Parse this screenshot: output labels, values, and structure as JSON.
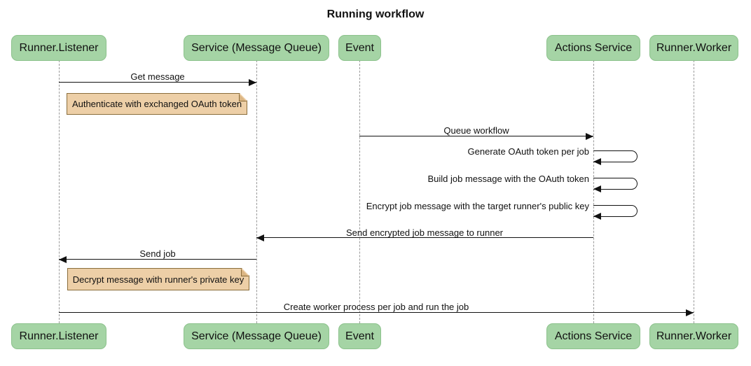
{
  "title": "Running workflow",
  "participants": [
    {
      "label": "Runner.Listener"
    },
    {
      "label": "Service (Message Queue)"
    },
    {
      "label": "Event"
    },
    {
      "label": "Actions Service"
    },
    {
      "label": "Runner.Worker"
    }
  ],
  "messages": {
    "get_message": "Get message",
    "queue_workflow": "Queue workflow",
    "generate_token": "Generate OAuth token per job",
    "build_job_message": "Build job message with the OAuth token",
    "encrypt_job_message": "Encrypt job message with the target runner's public key",
    "send_encrypted": "Send encrypted job message to runner",
    "send_job": "Send job",
    "create_worker": "Create worker process per job and run the job"
  },
  "notes": {
    "authenticate": "Authenticate with exchanged OAuth token",
    "decrypt": "Decrypt message with runner's private key"
  },
  "colors": {
    "actor_fill": "#a5d4a5",
    "actor_border": "#8cc28c",
    "note_fill": "#edcfa7",
    "note_border": "#8a6d3b",
    "note_fold": "#dbb583",
    "line": "#111111",
    "lifeline": "#999999"
  }
}
